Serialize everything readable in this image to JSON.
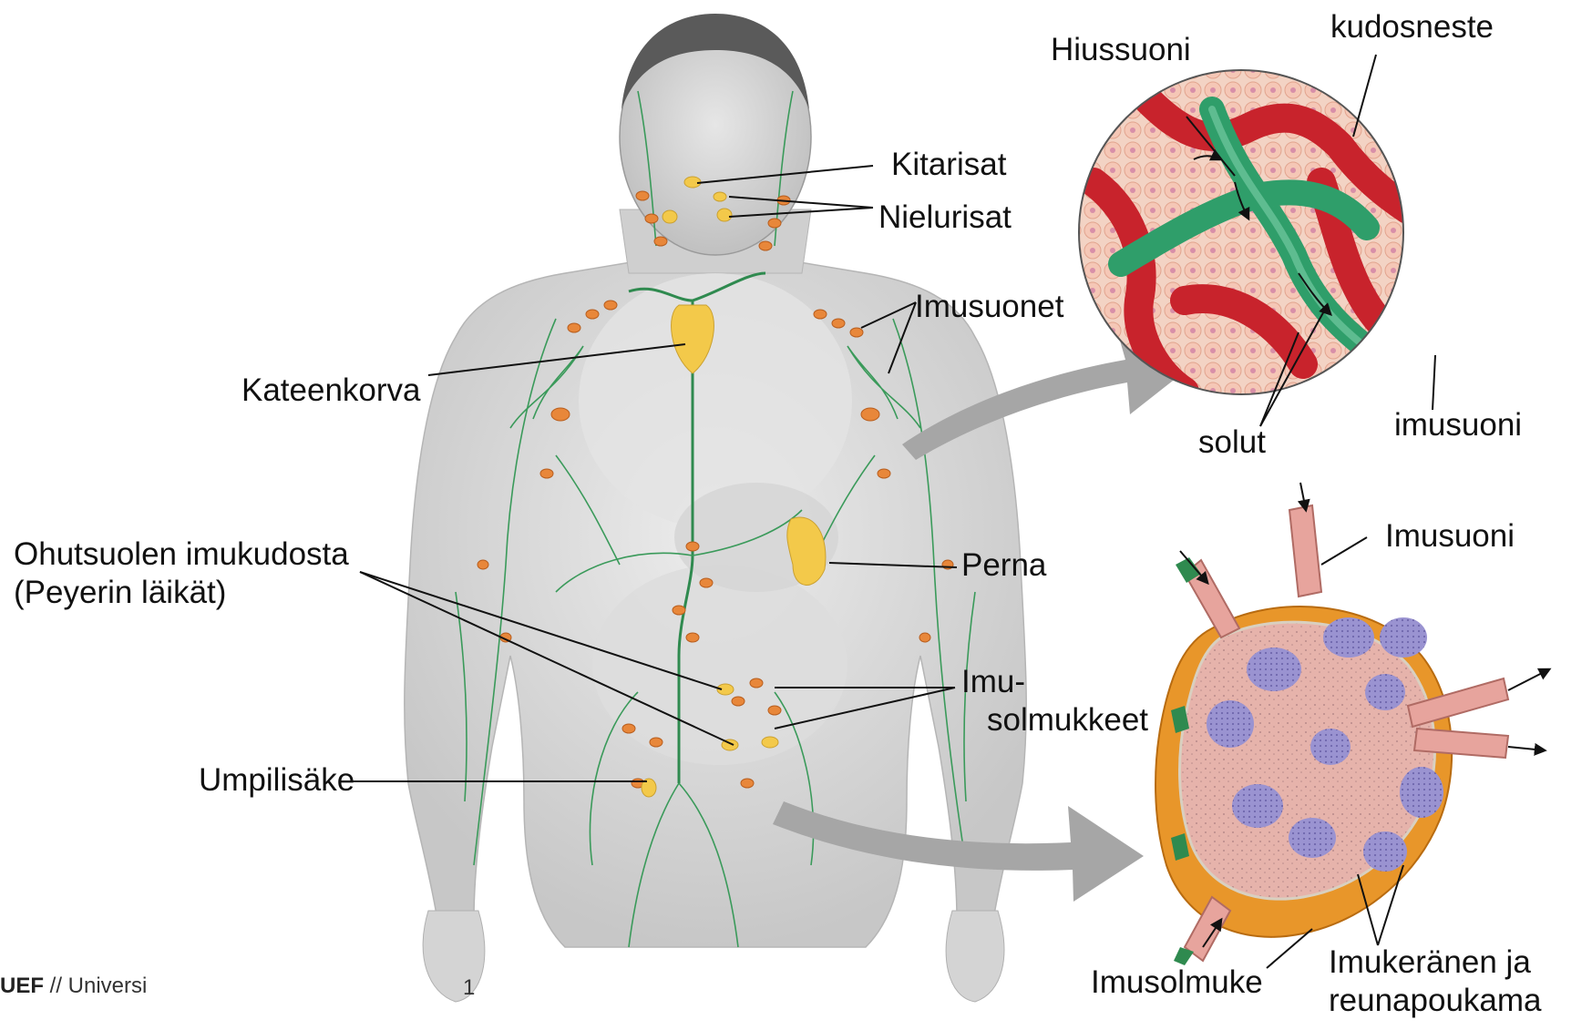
{
  "labels": {
    "kitarisat": "Kitarisat",
    "nielurisat": "Nielurisat",
    "imusuonet": "Imusuonet",
    "kateenkorva": "Kateenkorva",
    "ohutsuoli_1": "Ohutsuolen imukudosta",
    "ohutsuoli_2": "(Peyerin läikät)",
    "perna": "Perna",
    "imusolmukkeet_1": "Imu-",
    "imusolmukkeet_2": "solmukkeet",
    "umpilisake": "Umpilisäke",
    "hiussuoni": "Hiussuoni",
    "kudosneste": "kudosneste",
    "solut": "solut",
    "imusuoni_small": "imusuoni",
    "imusuoni_node": "Imusuoni",
    "imusolmuke": "Imusolmuke",
    "imukeranen_1": "Imukeränen ja",
    "imukeranen_2": "reunapoukama"
  },
  "footer": {
    "brand": "UEF",
    "text": " // Universi",
    "page_mark": "1"
  },
  "colors": {
    "lymph_vessel": "#2f8a4f",
    "lymph_node": "#e8873a",
    "gland": "#f3c94a",
    "blood_vessel": "#c8232c",
    "body": "#d9d9d9",
    "arrow": "#a6a6a6",
    "node_capsule": "#e8962a",
    "node_tissue": "#e7b7b0",
    "follicle": "#8e86c9"
  }
}
